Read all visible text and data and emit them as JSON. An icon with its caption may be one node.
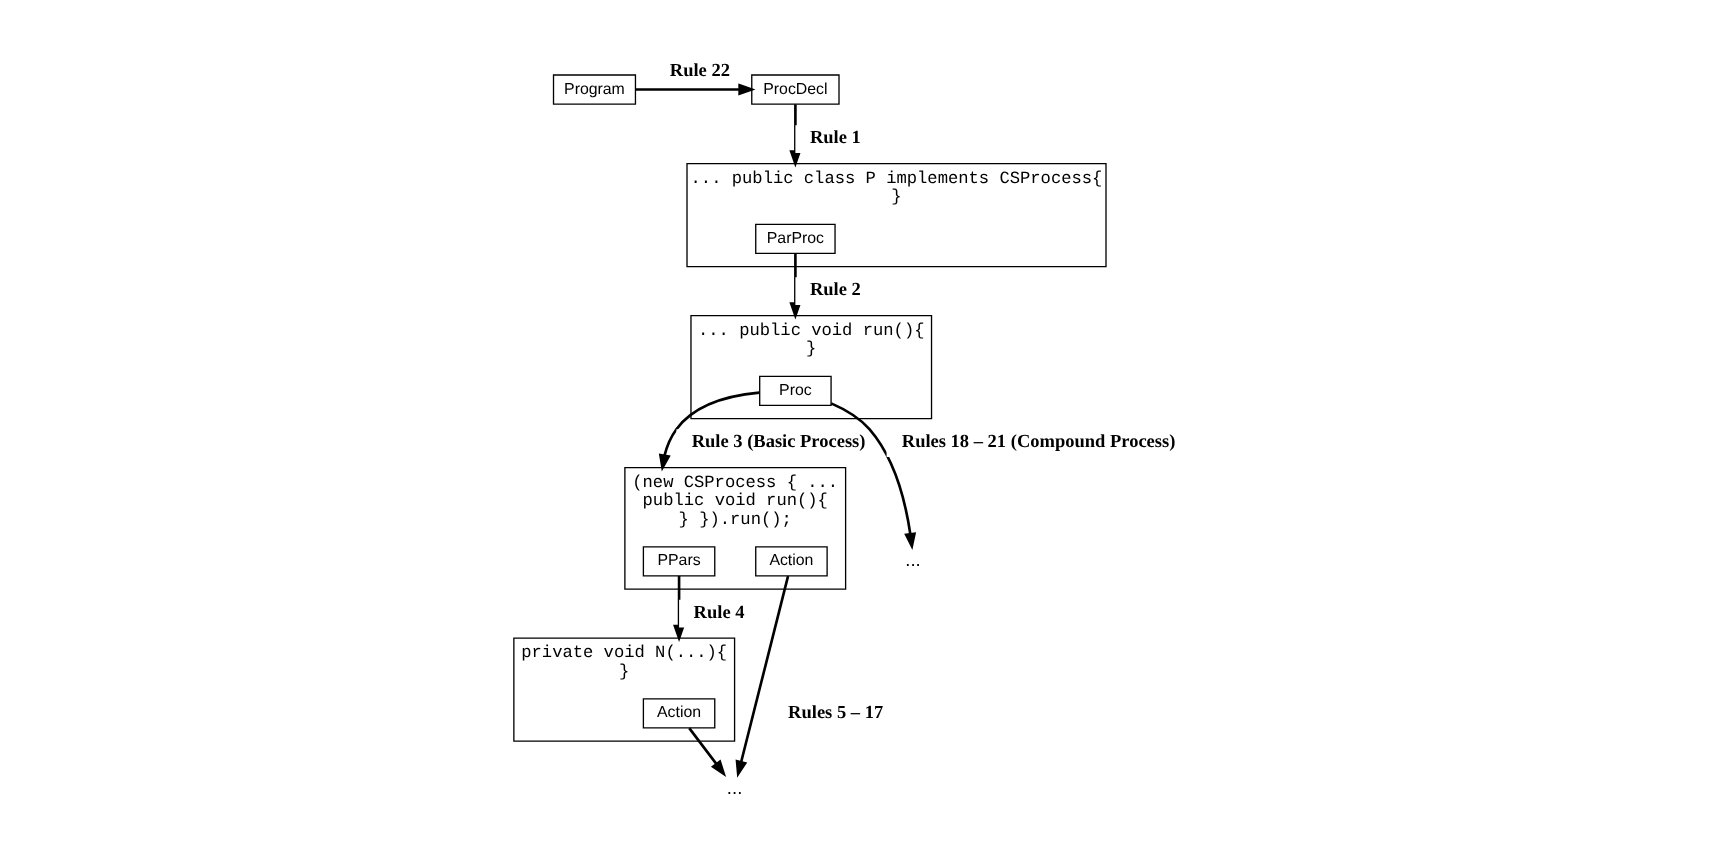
{
  "diagram": {
    "nodes": [
      {
        "text": [
          "Program"
        ]
      },
      {
        "text": [
          "ProcDecl"
        ]
      },
      {
        "text": [
          "... public class P implements CSProcess{",
          "}"
        ]
      },
      {
        "text": [
          "ParProc"
        ],
        "in": 2
      },
      {
        "text": [
          "... public void run(){",
          "}"
        ]
      },
      {
        "text": [
          "Proc"
        ],
        "in": 4
      },
      {
        "text": [
          "(new CSProcess { ...",
          "public void run(){",
          "} }).run();"
        ]
      },
      {
        "text": [
          "PPars"
        ],
        "in": 6
      },
      {
        "text": [
          "Action"
        ],
        "in": 6
      },
      {
        "text": [
          "..."
        ]
      },
      {
        "text": [
          "private void N(...){",
          "}"
        ]
      },
      {
        "text": [
          "Action"
        ],
        "in": 10
      },
      {
        "text": [
          "..."
        ]
      }
    ],
    "edges": [
      {
        "from": 0,
        "to": 1,
        "arrow": "to",
        "label": "Rule 22"
      },
      {
        "from": 1,
        "to": 2,
        "arrow": "to",
        "label": "Rule 1"
      },
      {
        "from": 3,
        "to": 4,
        "arrow": "to",
        "label": "Rule 2"
      },
      {
        "from": 5,
        "to": 6,
        "arrow": "to",
        "label": "Rule 3 (Basic Process)"
      },
      {
        "from": 5,
        "to": 9,
        "arrow": "to",
        "label": "Rules 18 – 21 (Compound Process)"
      },
      {
        "from": 7,
        "to": 10,
        "arrow": "to",
        "label": "Rule 4"
      },
      {
        "from": 8,
        "to": 12,
        "arrow": "to",
        "label": "Rules 5 – 17"
      },
      {
        "from": 11,
        "to": 12,
        "arrow": "to"
      }
    ]
  }
}
